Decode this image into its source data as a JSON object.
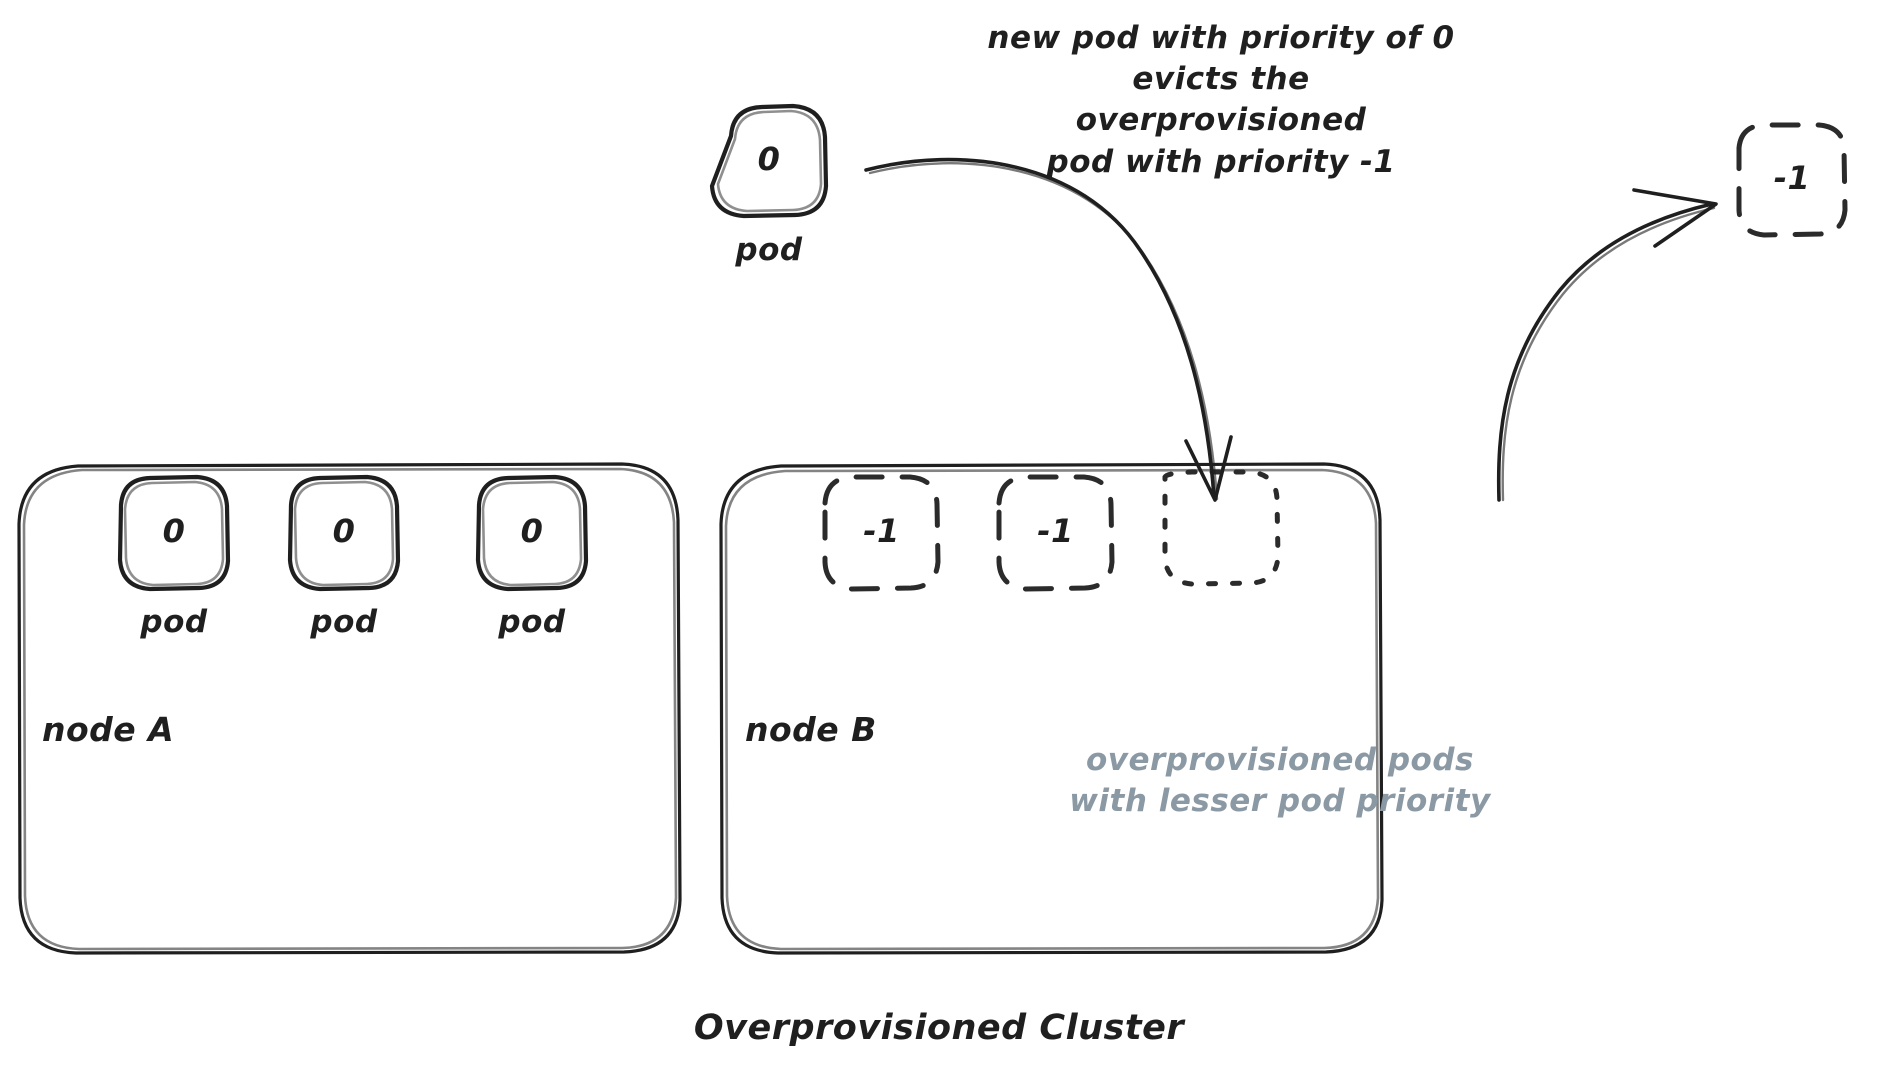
{
  "diagram": {
    "title": "Overprovisioned Cluster",
    "colors": {
      "pod_running_fill": "#fbcaca",
      "pod_running_stroke": "#1f1f1f",
      "pod_new_fill": "#b2efb6",
      "pod_new_stroke": "#1f1f1f",
      "pod_overprovisioned_stroke": "#2b2b2b",
      "node_stroke": "#1f1f1f",
      "muted_text": "#8b99a4",
      "ink": "#1f1f1f",
      "background": "#ffffff"
    },
    "incoming_pod": {
      "value": "0",
      "caption": "pod",
      "style": "filled-green"
    },
    "evicted_pod": {
      "value": "-1",
      "style": "dashed-outline"
    },
    "annotations": [
      {
        "id": "eviction-note",
        "text": "new pod with priority of 0\nevicts the overprovisioned\npod with priority -1",
        "tone": "ink"
      },
      {
        "id": "overprovisioned-note",
        "text": "overprovisioned pods\nwith lesser pod priority",
        "tone": "muted"
      }
    ],
    "nodes": [
      {
        "id": "node-a",
        "label": "node A",
        "pods": [
          {
            "value": "0",
            "caption": "pod",
            "style": "filled-pink"
          },
          {
            "value": "0",
            "caption": "pod",
            "style": "filled-pink"
          },
          {
            "value": "0",
            "caption": "pod",
            "style": "filled-pink"
          }
        ]
      },
      {
        "id": "node-b",
        "label": "node B",
        "pods": [
          {
            "value": "-1",
            "caption": "",
            "style": "dashed-outline"
          },
          {
            "value": "-1",
            "caption": "",
            "style": "dashed-outline"
          },
          {
            "value": "",
            "caption": "",
            "style": "dotted-empty"
          }
        ]
      }
    ],
    "arrows": [
      {
        "id": "schedule-arrow",
        "from": "incoming-pod",
        "to": "node-b-slot-3"
      },
      {
        "id": "evict-arrow",
        "from": "node-b-slot-3",
        "to": "evicted-pod"
      }
    ]
  }
}
